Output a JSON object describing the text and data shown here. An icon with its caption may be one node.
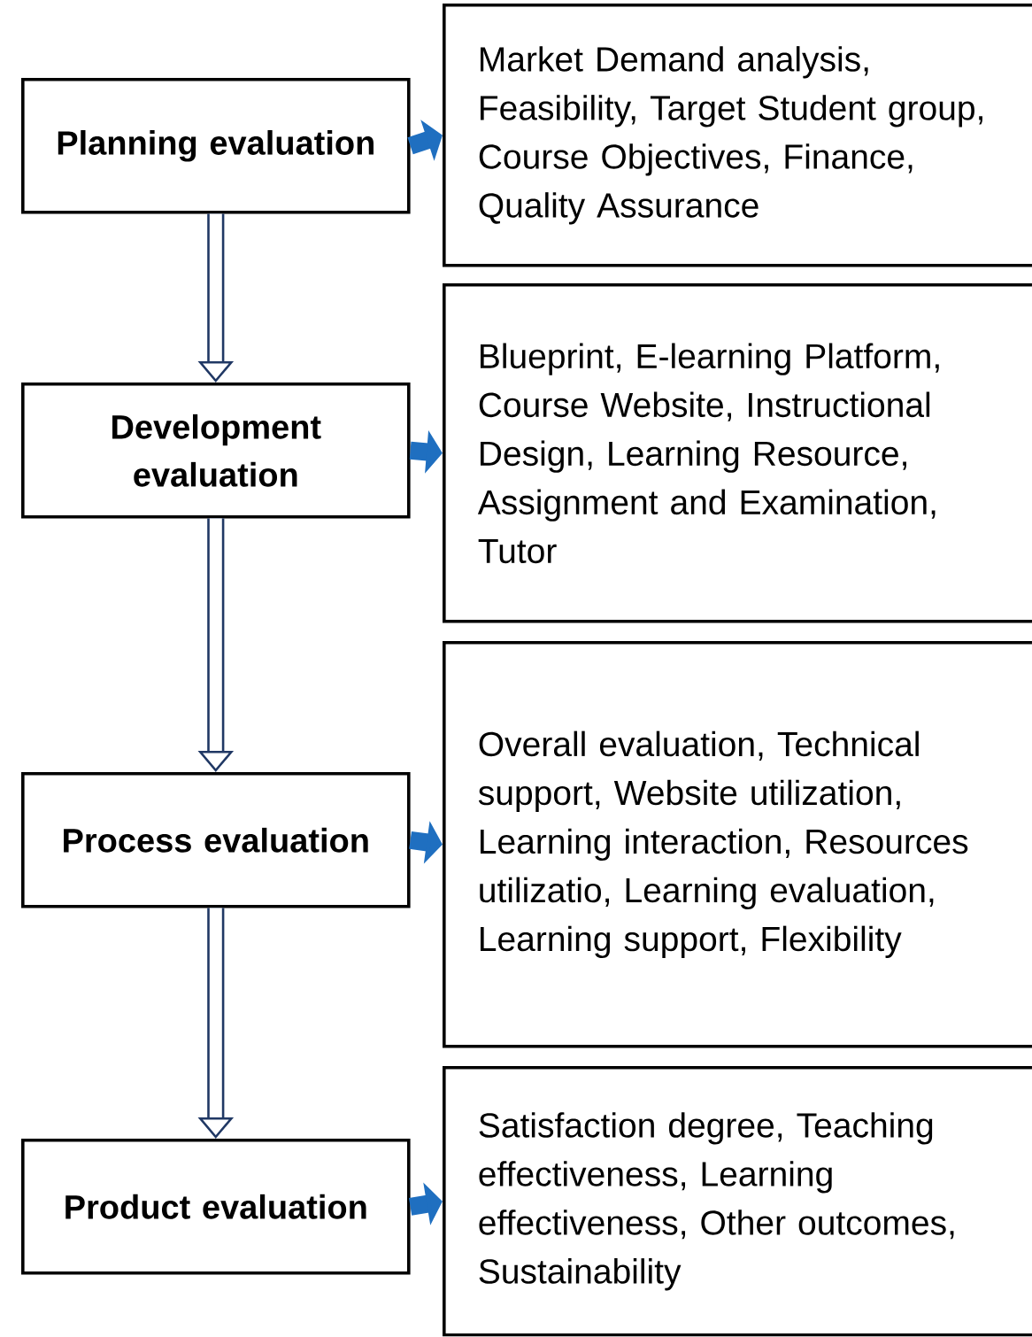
{
  "diagram": {
    "nodes": [
      {
        "text": [
          "Planning evaluation"
        ]
      },
      {
        "text": [
          "Market Demand analysis, Feasibility, Target Student group, Course Objectives, Finance, Quality Assurance"
        ]
      },
      {
        "text": [
          "Development evaluation"
        ]
      },
      {
        "text": [
          "Blueprint, E-learning Platform, Course Website, Instructional Design, Learning Resource, Assignment and Examination, Tutor"
        ]
      },
      {
        "text": [
          "Process evaluation"
        ]
      },
      {
        "text": [
          "Overall evaluation, Technical support, Website utilization, Learning interaction, Resources utilizatio, Learning evaluation, Learning support, Flexibility"
        ]
      },
      {
        "text": [
          "Product evaluation"
        ]
      },
      {
        "text": [
          "Satisfaction degree, Teaching effectiveness, Learning effectiveness, Other outcomes, Sustainability"
        ]
      }
    ],
    "edges": [
      {
        "from": 0,
        "to": 1,
        "arrow": "to"
      },
      {
        "from": 0,
        "to": 2,
        "arrow": "to",
        "color": "#203864"
      },
      {
        "from": 2,
        "to": 3,
        "arrow": "to"
      },
      {
        "from": 2,
        "to": 4,
        "arrow": "to",
        "color": "#203864"
      },
      {
        "from": 4,
        "to": 5,
        "arrow": "to"
      },
      {
        "from": 4,
        "to": 6,
        "arrow": "to",
        "color": "#203864"
      },
      {
        "from": 6,
        "to": 7,
        "arrow": "to"
      }
    ]
  }
}
